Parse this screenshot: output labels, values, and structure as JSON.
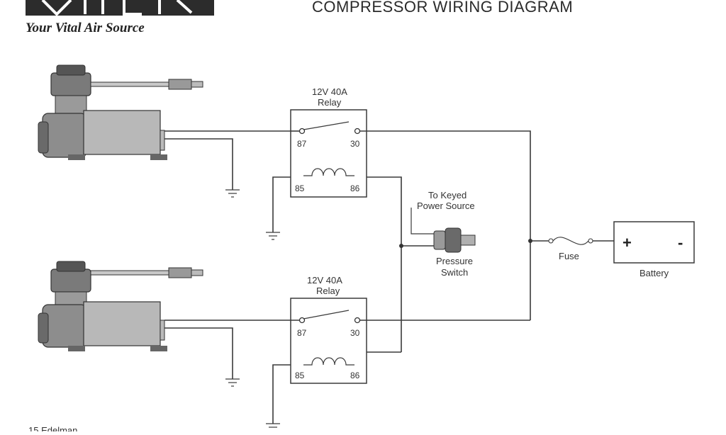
{
  "header": {
    "title": "COMPRESSOR WIRING DIAGRAM",
    "tagline": "Your Vital Air Source"
  },
  "relays": [
    {
      "rating": "12V  40A",
      "name": "Relay",
      "pins": {
        "p87": "87",
        "p30": "30",
        "p85": "85",
        "p86": "86"
      }
    },
    {
      "rating": "12V  40A",
      "name": "Relay",
      "pins": {
        "p87": "87",
        "p30": "30",
        "p85": "85",
        "p86": "86"
      }
    }
  ],
  "pressure_switch": {
    "source_line1": "To Keyed",
    "source_line2": "Power Source",
    "label_line1": "Pressure",
    "label_line2": "Switch"
  },
  "fuse": {
    "label": "Fuse"
  },
  "battery": {
    "label": "Battery",
    "positive": "+",
    "negative": "-"
  },
  "footer": {
    "partial_text": "15 Edelman"
  },
  "icons": [
    "compressor-icon",
    "ground-icon",
    "fuse-icon",
    "pressure-switch-icon",
    "coil-icon"
  ]
}
